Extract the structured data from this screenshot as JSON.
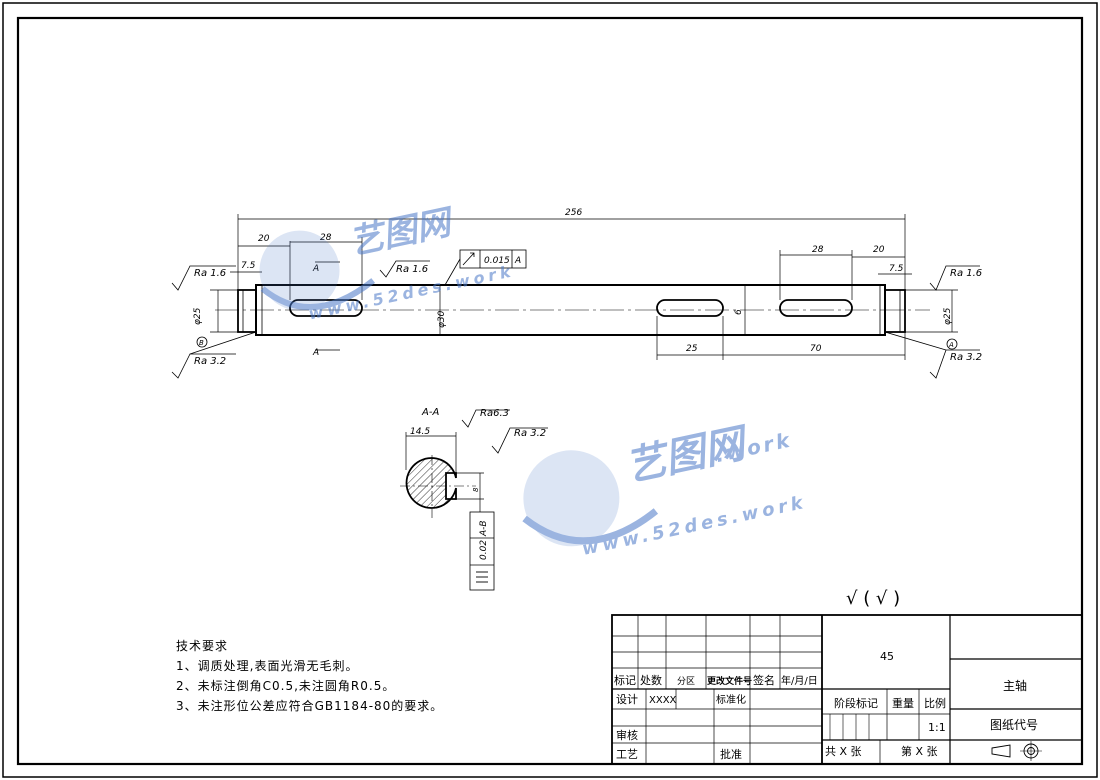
{
  "drawing": {
    "dimensions": {
      "overall_length": "256",
      "left_step": "20",
      "left_keyway_length": "28",
      "left_shoulder": "7.5",
      "right_keyway_length": "28",
      "right_step": "20",
      "right_shoulder": "7.5",
      "keyway_width": "6",
      "keyway_offset": "25",
      "keyway_span": "70",
      "main_diameter": "φ30",
      "left_end_diameter": "φ25",
      "right_end_diameter": "φ25",
      "section_depth": "14.5",
      "section_width": "8"
    },
    "roughness": {
      "left_top": "Ra 1.6",
      "left_bottom": "Ra 3.2",
      "mid": "Ra 1.6",
      "right_top": "Ra 1.6",
      "right_bottom": "Ra 3.2",
      "section_a": "Ra6.3",
      "section_b": "Ra 3.2"
    },
    "tolerance": {
      "runout_value": "0.015",
      "runout_datum": "A",
      "sym_value": "0.02",
      "sym_datum": "A-B"
    },
    "datums": {
      "left": "B",
      "right": "A"
    },
    "section_marker": "A",
    "section_title": "A-A",
    "general_roughness": "√ ( √ )"
  },
  "notes": {
    "title": "技术要求",
    "items": [
      "1、调质处理,表面光滑无毛刺。",
      "2、未标注倒角C0.5,未注圆角R0.5。",
      "3、未注形位公差应符合GB1184-80的要求。"
    ]
  },
  "title_block": {
    "material": "45",
    "part_name": "主轴",
    "drawing_no_label": "图纸代号",
    "row_labels": [
      "标记",
      "处数",
      "分区",
      "更改文件号",
      "签名",
      "年/月/日"
    ],
    "design_label": "设计",
    "designer": "XXXX",
    "standardization_label": "标准化",
    "review_label": "审核",
    "process_label": "工艺",
    "approve_label": "批准",
    "stage_label": "阶段标记",
    "weight_label": "重量",
    "scale_label": "比例",
    "scale_value": "1:1",
    "sheets_total": "共 X 张",
    "sheet_no": "第 X 张"
  },
  "watermark": {
    "brand": "艺图网",
    "url": "www.52des.work",
    "color": "#4a78c8"
  }
}
